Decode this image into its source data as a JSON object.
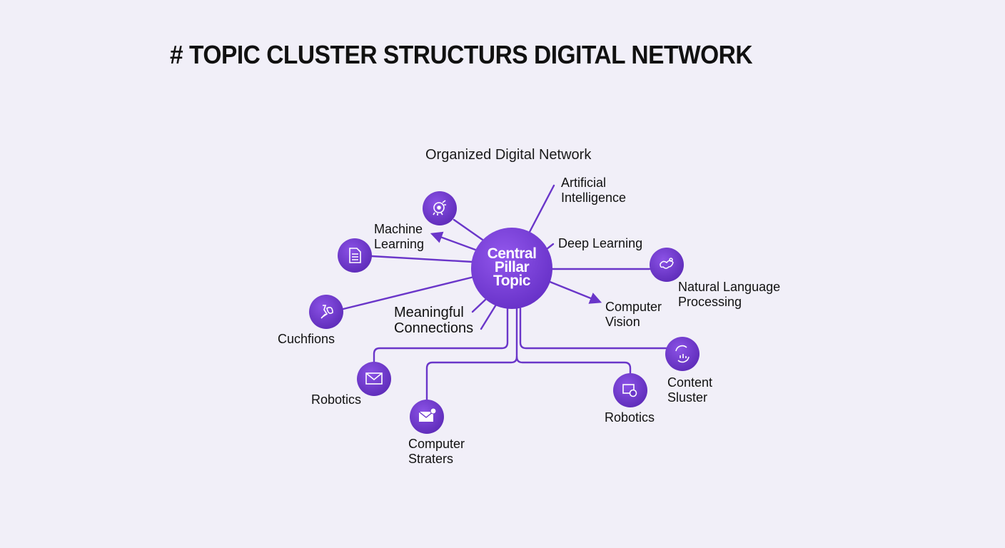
{
  "header": {
    "title": "# TOPIC CLUSTER STRUCTURS DIGITAL NETWORK",
    "subtitle": "Organized Digital Network"
  },
  "colors": {
    "background": "#f1eff8",
    "node_fill": "#7a3fd6",
    "node_fill_dark": "#5d2bb8",
    "line": "#6a36c9",
    "text": "#111111"
  },
  "central": {
    "lines": [
      "Central",
      "Pillar",
      "Topic"
    ]
  },
  "nodes": [
    {
      "id": "n1",
      "icon": "gear-brain-icon"
    },
    {
      "id": "n2",
      "icon": "document-icon"
    },
    {
      "id": "n3",
      "icon": "figure-leaf-icon"
    },
    {
      "id": "n4",
      "icon": "network-map-icon"
    },
    {
      "id": "n5",
      "icon": "envelope-icon"
    },
    {
      "id": "n6",
      "icon": "envelope-badge-icon"
    },
    {
      "id": "n7",
      "icon": "monitor-gear-icon"
    },
    {
      "id": "n8",
      "icon": "refresh-chart-icon"
    }
  ],
  "labels": {
    "artificial_intelligence": [
      "Artificial",
      "Intelligence"
    ],
    "machine_learning": [
      "Machine",
      "Learning"
    ],
    "deep_learning": [
      "Deep Learning"
    ],
    "natural_language_processing": [
      "Natural Language",
      "Processing"
    ],
    "meaningful_connections": [
      "Meaningful",
      "Connections"
    ],
    "cuchtions": [
      "Cuchfions"
    ],
    "computer_vision": [
      "Computer",
      "Vision"
    ],
    "robotics_left": [
      "Robotics"
    ],
    "computer_straters": [
      "Computer",
      "Straters"
    ],
    "content_cluster": [
      "Content",
      "Sluster"
    ],
    "robotics_right": [
      "Robotics"
    ]
  }
}
